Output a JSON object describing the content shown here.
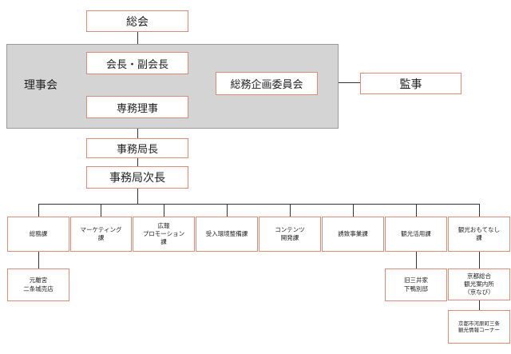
{
  "general_assembly": "総会",
  "board": {
    "label": "理事会",
    "chair": "会長・副会長",
    "executive_director": "専務理事",
    "committee": "総務企画委員会"
  },
  "auditor": "監事",
  "secretary_general": "事務局長",
  "deputy_secretary_general": "事務局次長",
  "departments": [
    "総務課",
    "マーケティング\n課",
    "広報\nプロモーション\n課",
    "受入環境整備課",
    "コンテンツ\n開発課",
    "誘致事業課",
    "観光活用課",
    "観光おもてなし\n課"
  ],
  "sub_units": {
    "general_affairs": "元離宮\n二条城売店",
    "tourism_utilization": "旧三井家\n下鴨別邸",
    "hospitality": "京都総合\n観光案内所\n（京なび）",
    "hospitality_2": "京都市河原町三条\n観光情報コーナー"
  }
}
